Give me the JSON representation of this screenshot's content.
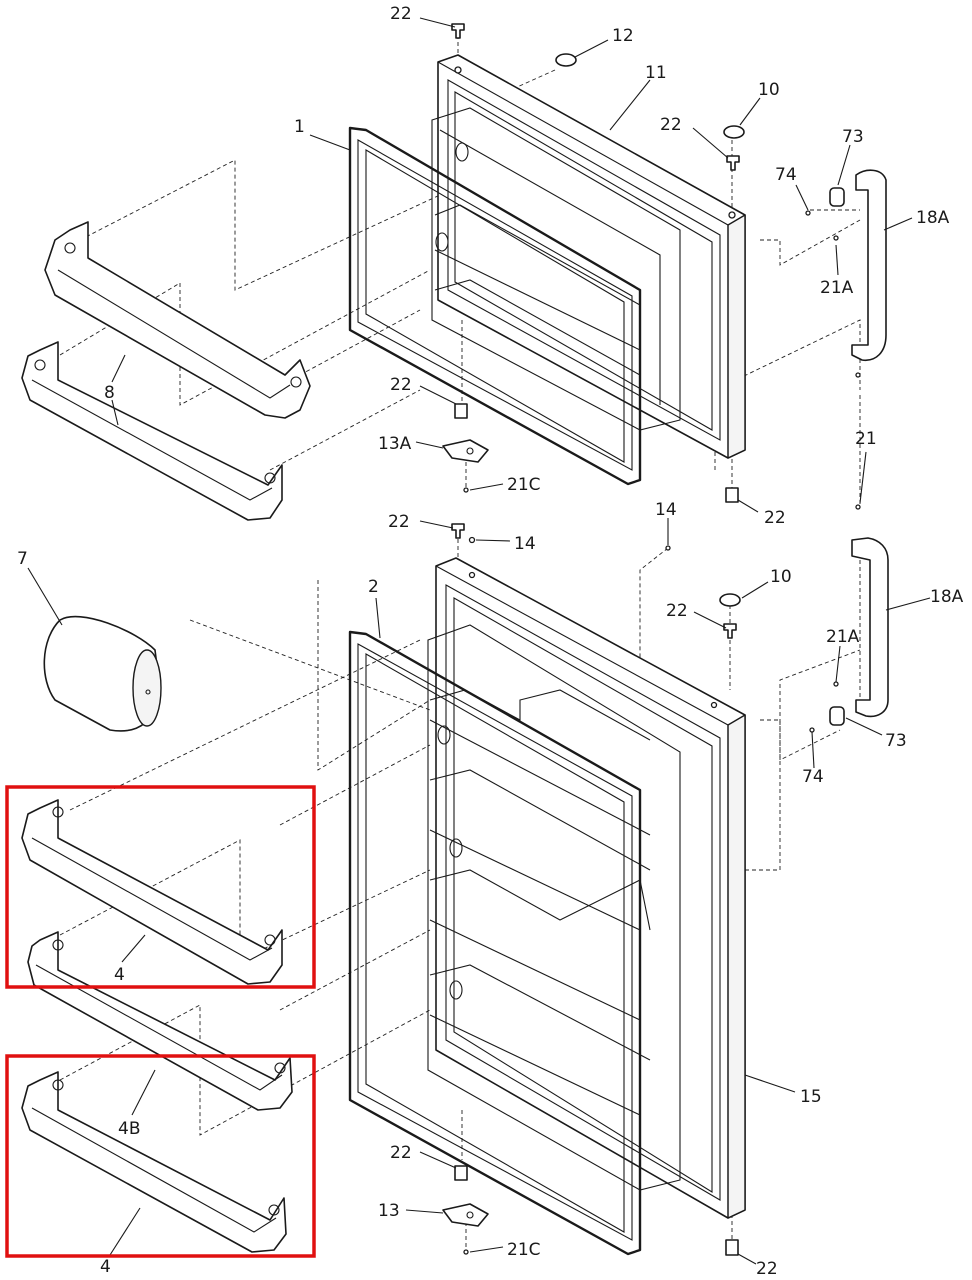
{
  "parts": {
    "p22": "22",
    "p12": "12",
    "p11": "11",
    "p10": "10",
    "p1": "1",
    "p73": "73",
    "p74": "74",
    "p18A": "18A",
    "p21A": "21A",
    "p21": "21",
    "p8": "8",
    "p13A": "13A",
    "p21C": "21C",
    "p14": "14",
    "p7": "7",
    "p2": "2",
    "p15": "15",
    "p4": "4",
    "p4B": "4B",
    "p13": "13"
  },
  "colors": {
    "line": "#1a1a1a",
    "highlight": "#e01010",
    "background": "#ffffff"
  }
}
